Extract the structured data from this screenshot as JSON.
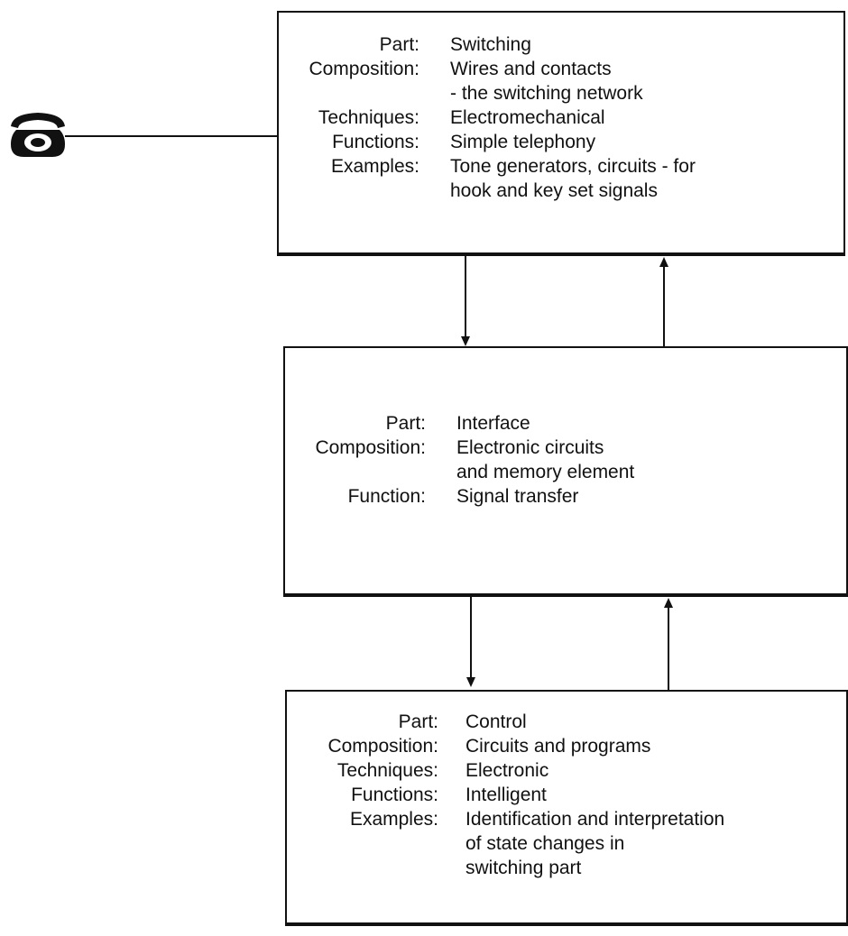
{
  "switching_box": {
    "rows": [
      {
        "label": "Part:",
        "value": [
          "Switching"
        ]
      },
      {
        "label": "Composition:",
        "value": [
          "Wires and contacts",
          "- the switching network"
        ]
      },
      {
        "label": "Techniques:",
        "value": [
          "Electromechanical"
        ]
      },
      {
        "label": "Functions:",
        "value": [
          "Simple telephony"
        ]
      },
      {
        "label": "Examples:",
        "value": [
          "Tone generators, circuits - for",
          "hook and key set signals"
        ]
      }
    ]
  },
  "interface_box": {
    "rows": [
      {
        "label": "Part:",
        "value": [
          "Interface"
        ]
      },
      {
        "label": "Composition:",
        "value": [
          "Electronic circuits",
          "and memory element"
        ]
      },
      {
        "label": "Function:",
        "value": [
          "Signal transfer"
        ]
      }
    ]
  },
  "control_box": {
    "rows": [
      {
        "label": "Part:",
        "value": [
          "Control"
        ]
      },
      {
        "label": "Composition:",
        "value": [
          "Circuits and programs"
        ]
      },
      {
        "label": "Techniques:",
        "value": [
          "Electronic"
        ]
      },
      {
        "label": "Functions:",
        "value": [
          "Intelligent"
        ]
      },
      {
        "label": "Examples:",
        "value": [
          "Identification and interpretation",
          "of state changes in",
          "switching part"
        ]
      }
    ]
  },
  "telephone": {
    "icon": "telephone-icon"
  }
}
